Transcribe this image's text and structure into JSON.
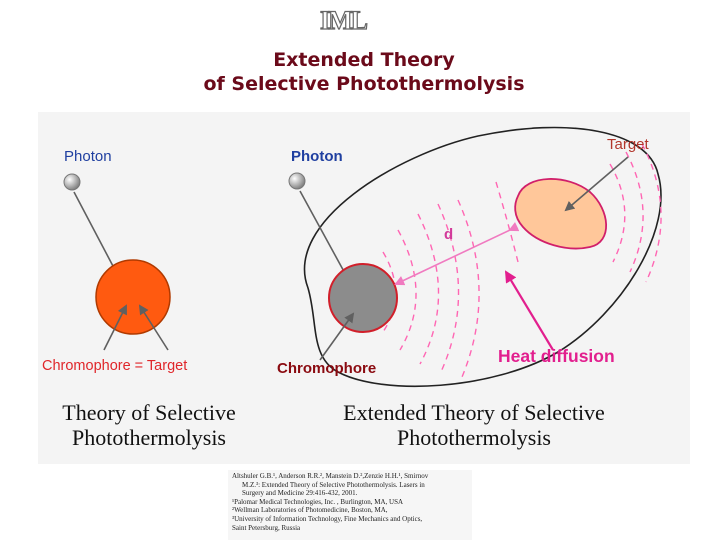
{
  "logo": "IML",
  "title": {
    "line1": "Extended Theory",
    "line2": "of Selective Photothermolysis"
  },
  "left_panel": {
    "photon": "Photon",
    "chromophore_target": "Chromophore = Target",
    "caption_line1": "Theory of Selective",
    "caption_line2": "Photothermolysis"
  },
  "right_panel": {
    "photon": "Photon",
    "target": "Target",
    "distance": "d",
    "chromophore": "Chromophore",
    "heat_diffusion": "Heat diffusion",
    "caption_line1": "Extended Theory of Selective",
    "caption_line2": "Photothermolysis"
  },
  "reference": {
    "line1": "Altshuler G.B.¹, Anderson R.R.², Manstein D.²,Zenzie H.H.¹, Smirnov",
    "line2": "M.Z.³: Extended Theory of Selective Photothermolysis. Lasers in",
    "line3": "Surgery and Medicine 29:416-432, 2001.",
    "line4": "¹Palomar Medical Technologies, Inc. , Burlington, MA, USA",
    "line5": "²Wellman Laboratories of Photomedicine, Boston, MA,",
    "line6": "³University of Information Technology, Fine Mechanics and Optics,",
    "line7": "Saint Petersburg, Russia"
  },
  "colors": {
    "title": "#6b0a1a",
    "chromophore_target_fill": "#ff5a10",
    "chromophore_fill": "#8c8c8c",
    "target_fill": "#ffc79a",
    "heat_arrow": "#e21f8e",
    "dashed_arcs": "#ff66b3"
  }
}
